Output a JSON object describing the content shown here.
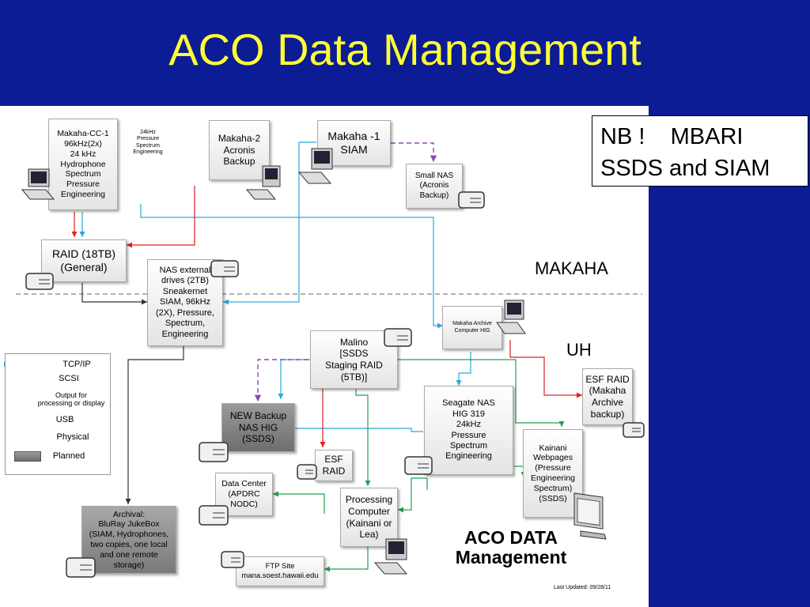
{
  "slide": {
    "title": "ACO Data Management",
    "note_lines": [
      "NB !    MBARI",
      "SSDS and SIAM"
    ]
  },
  "regions": {
    "makaha": "MAKAHA",
    "uh": "UH"
  },
  "nodes": {
    "makaha_cc1": "Makaha-CC-1\n96kHz(2x)\n24 kHz\nHydrophone\nSpectrum\nPressure\nEngineering",
    "small_label": "24kHz\nPressure\nSpectrum\nEngineering",
    "makaha2": "Makaha-2\nAcronis\nBackup",
    "makaha1": "Makaha -1\nSIAM",
    "small_nas": "Small NAS\n(Acronis\nBackup)",
    "raid18": "RAID (18TB)\n(General)",
    "nas_ext": "NAS external\ndrives (2TB)\nSneakernet\nSIAM, 96kHz\n(2X), Pressure,\nSpectrum,\nEngineering",
    "archive_hig": "Makaha Archive\nComputer HIG",
    "malino": "Malino\n[SSDS\nStaging RAID\n(5TB)]",
    "esf_raid_uh": "ESF RAID\n(Makaha\nArchive\nbackup)",
    "seagate": "Seagate NAS\nHIG 319\n24kHz\nPressure\nSpectrum\nEngineering",
    "new_backup": "NEW Backup\nNAS HIG\n(SSDS)",
    "esf_raid": "ESF\nRAID",
    "kainani": "Kainani\nWebpages\n(Pressure\nEngineering\nSpectrum)\n(SSDS)",
    "data_center": "Data Center\n(APDRC\nNODC)",
    "processing": "Processing\nComputer\n(Kainani or\nLea)",
    "archival": "Archival:\nBluRay JukeBox\n(SIAM, Hydrophones,\ntwo copies, one local\nand one remote\nstorage)",
    "ftp": "FTP Site\nmana.soest.hawaii.edu"
  },
  "legend": {
    "tcpip": "TCP/IP",
    "scsi": "SCSI",
    "output": "Output for\nprocessing or display",
    "usb": "USB",
    "physical": "Physical",
    "planned": "Planned"
  },
  "footer": {
    "aco_title_lines": [
      "ACO DATA",
      "Management"
    ],
    "updated": "Last Updated: 09/28/11"
  },
  "colors": {
    "background": "#0b1c94",
    "title": "#ffff33",
    "tcpip": "#29a9d9",
    "scsi": "#e02020",
    "output": "#20a050",
    "usb": "#8a4ab0",
    "physical": "#333333"
  }
}
